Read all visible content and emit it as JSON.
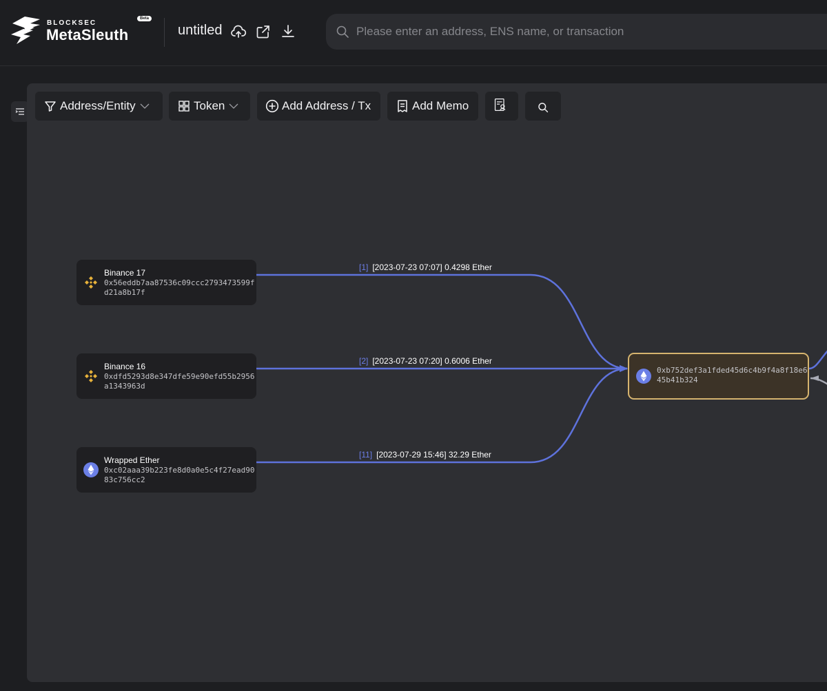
{
  "header": {
    "brand_small": "BLOCKSEC",
    "brand_name": "MetaSleuth",
    "beta": "Beta",
    "doc_title": "untitled",
    "icons": [
      "cloud-upload-icon",
      "share-icon",
      "download-icon"
    ]
  },
  "search": {
    "placeholder": "Please enter an address, ENS name, or transaction",
    "value": ""
  },
  "toolbar": {
    "address_entity": "Address/Entity",
    "token": "Token",
    "add_address_tx": "Add Address / Tx",
    "add_memo": "Add Memo"
  },
  "nodes": [
    {
      "label": "Binance 17",
      "address": "0x56eddb7aa87536c09ccc2793473599fd21a8b17f",
      "icon": "binance-icon"
    },
    {
      "label": "Binance 16",
      "address": "0xdfd5293d8e347dfe59e90efd55b2956a1343963d",
      "icon": "binance-icon"
    },
    {
      "label": "Wrapped Ether",
      "address": "0xc02aaa39b223fe8d0a0e5c4f27ead9083c756cc2",
      "icon": "ethereum-icon"
    },
    {
      "label": "",
      "address": "0xb752def3a1fded45d6c4b9f4a8f18e645b41b324",
      "icon": "ethereum-icon"
    }
  ],
  "edges": [
    {
      "index": "[1]",
      "text": "[2023-07-23 07:07] 0.4298 Ether"
    },
    {
      "index": "[2]",
      "text": "[2023-07-23 07:20] 0.6006 Ether"
    },
    {
      "index": "[11]",
      "text": "[2023-07-29 15:46] 32.29 Ether"
    }
  ],
  "colors": {
    "edge": "#5e72dc",
    "target_border": "#d6b46f",
    "binance": "#e8b23a",
    "ethereum": "#6b7fe6"
  }
}
